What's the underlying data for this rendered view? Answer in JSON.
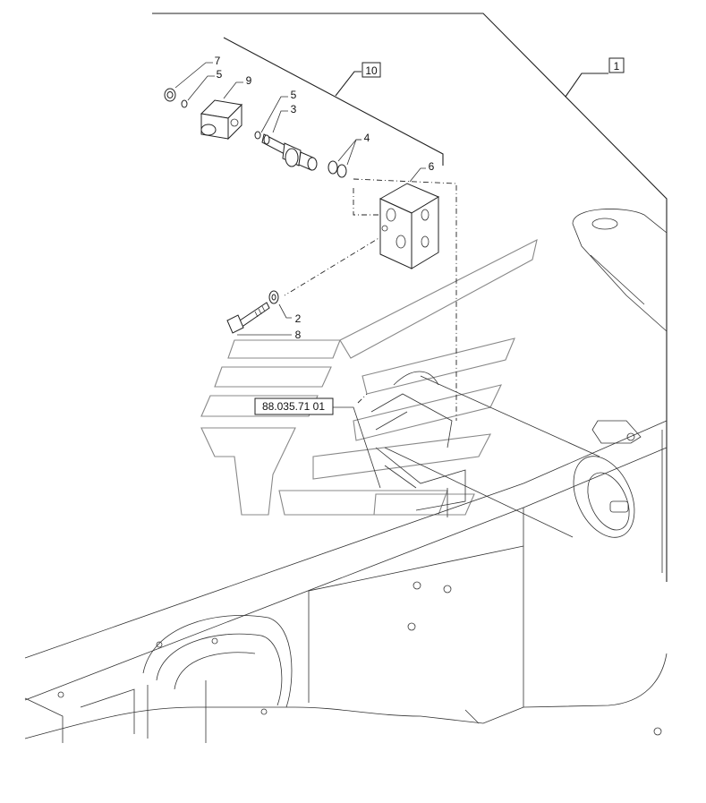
{
  "callouts": {
    "c1": "1",
    "c2": "2",
    "c3": "3",
    "c4": "4",
    "c5a": "5",
    "c5b": "5",
    "c6": "6",
    "c7": "7",
    "c8": "8",
    "c9": "9",
    "c10": "10"
  },
  "reference_label": "88.035.71 01"
}
